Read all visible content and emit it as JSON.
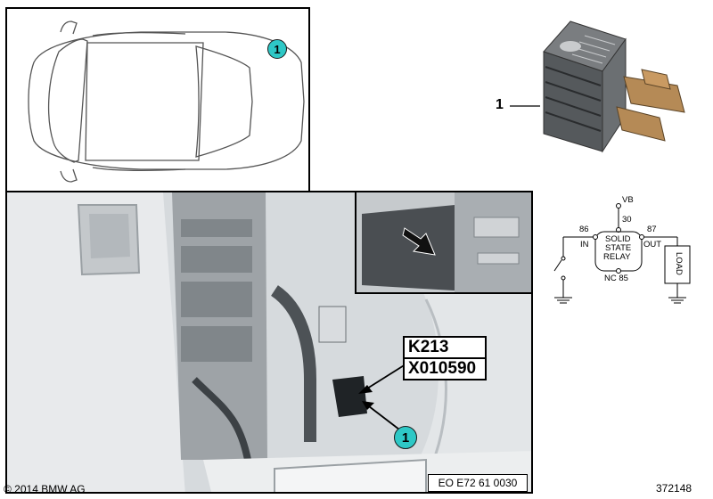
{
  "car_view": {
    "callout": "1"
  },
  "relay": {
    "part_label": "1"
  },
  "photo": {
    "component_label": "K213",
    "connector_label": "X010590",
    "callout": "1",
    "reference_code": "EO E72 61 0030"
  },
  "schematic": {
    "supply": "VB",
    "pin_supply": "30",
    "pin_in": "86",
    "pin_out": "87",
    "pin_nc": "NC 85",
    "in_label": "IN",
    "out_label": "OUT",
    "relay_line1": "SOLID",
    "relay_line2": "STATE",
    "relay_line3": "RELAY",
    "load_label": "LOAD"
  },
  "footer": {
    "copyright": "© 2014 BMW AG",
    "image_number": "372148"
  }
}
